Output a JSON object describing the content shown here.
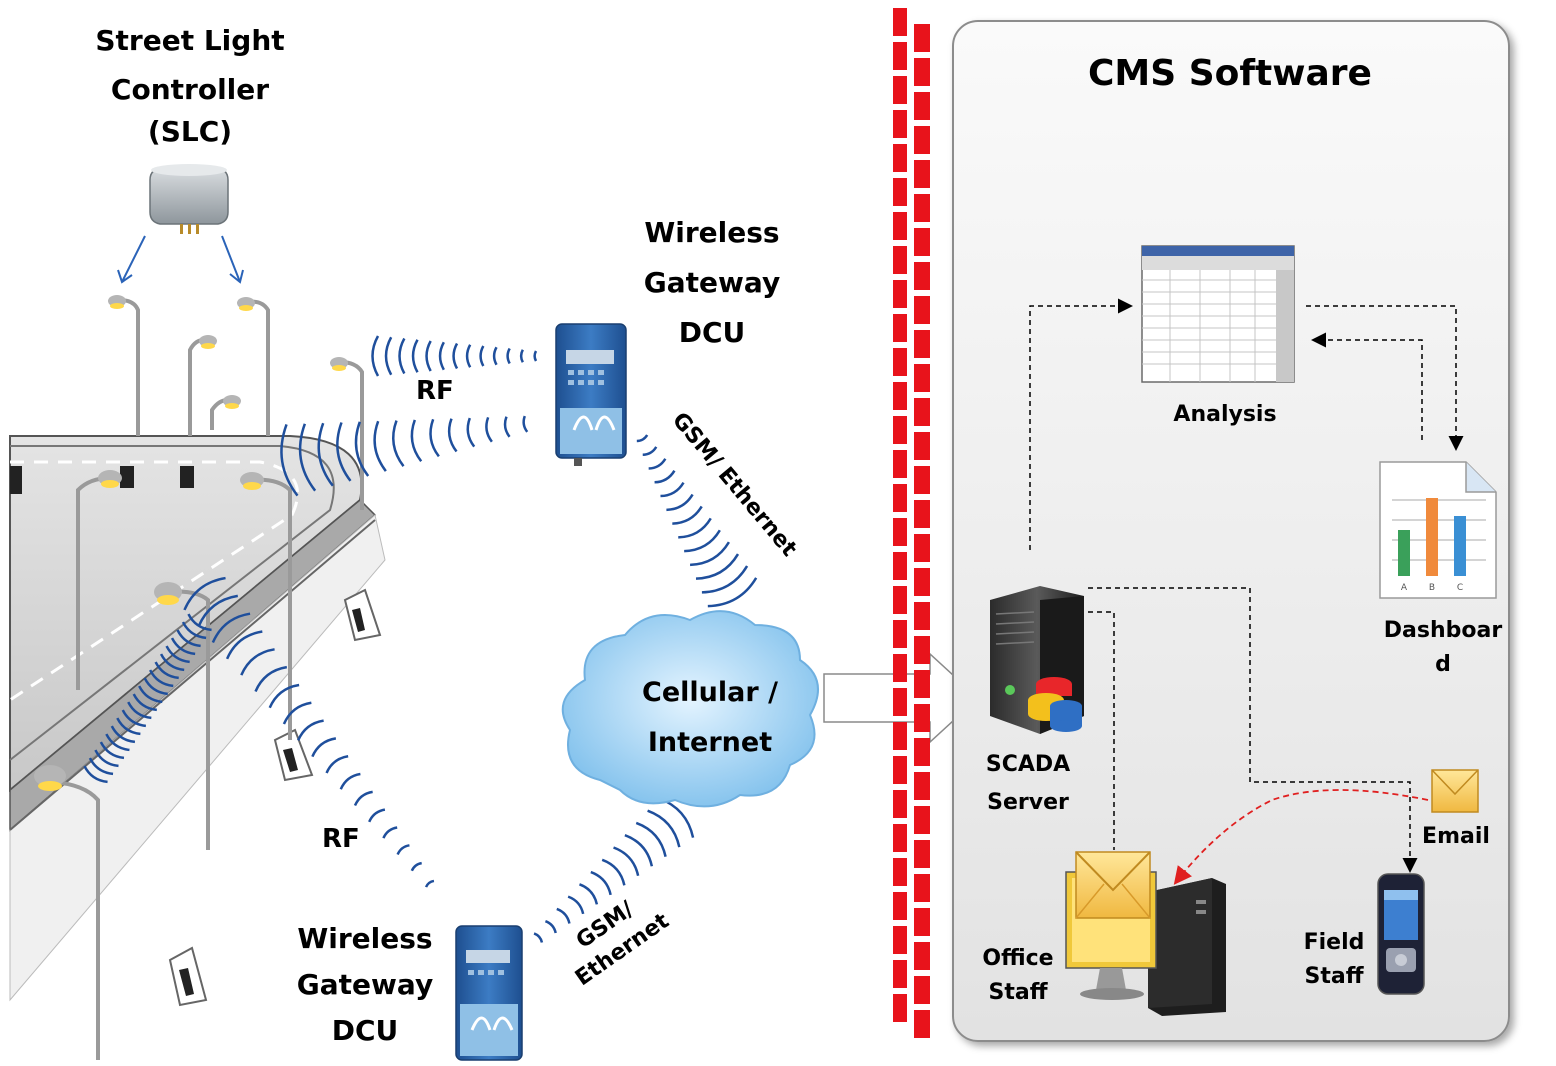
{
  "slc": {
    "line1": "Street Light",
    "line2": "Controller",
    "line3": "(SLC)"
  },
  "gateway_top": {
    "line1": "Wireless",
    "line2": "Gateway",
    "line3": "DCU"
  },
  "gateway_bottom": {
    "line1": "Wireless",
    "line2": "Gateway",
    "line3": "DCU"
  },
  "rf_top": "RF",
  "rf_bottom": "RF",
  "gsm_top": "GSM/ Ethernet",
  "gsm_bottom_1": "GSM/",
  "gsm_bottom_2": "Ethernet",
  "cloud": {
    "line1": "Cellular /",
    "line2": "Internet"
  },
  "cms": {
    "title": "CMS Software",
    "analysis": "Analysis",
    "dashboard_1": "Dashboar",
    "dashboard_2": "d",
    "scada_1": "SCADA",
    "scada_2": "Server",
    "email": "Email",
    "office_1": "Office",
    "office_2": "Staff",
    "field_1": "Field",
    "field_2": "Staff"
  },
  "colors": {
    "firewall": "#e8131b",
    "wave": "#1f4f9c",
    "cloud": "#8ec8ee",
    "email_arrow": "#e02020",
    "dcu": "#3a6fb0"
  }
}
